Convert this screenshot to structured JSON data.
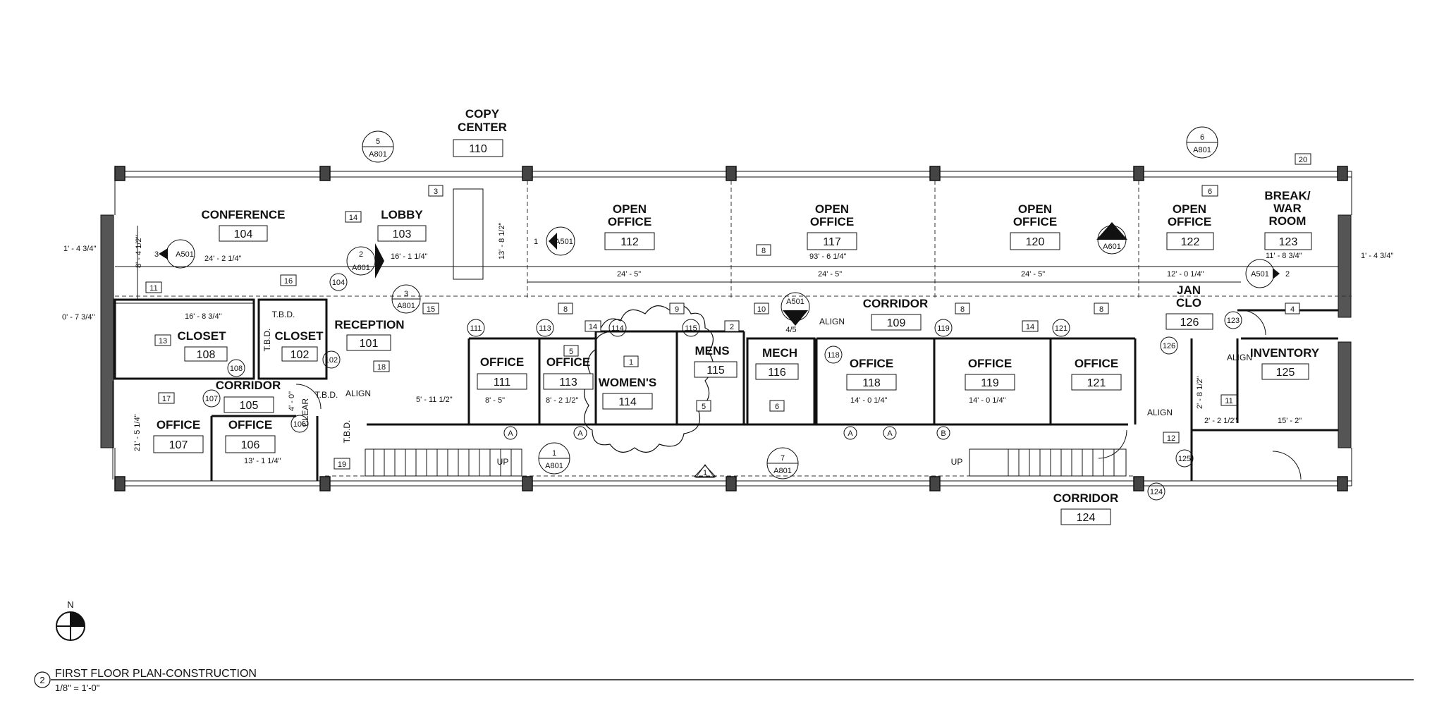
{
  "drawing": {
    "title": "FIRST FLOOR PLAN-CONSTRUCTION",
    "scale": "1/8\" = 1'-0\"",
    "view_number": "2",
    "north_label": "N"
  },
  "rooms": {
    "copy_center": {
      "name_line1": "COPY",
      "name_line2": "CENTER",
      "number": "110"
    },
    "conference": {
      "name": "CONFERENCE",
      "number": "104"
    },
    "lobby": {
      "name": "LOBBY",
      "number": "103"
    },
    "open_office_112": {
      "name_line1": "OPEN",
      "name_line2": "OFFICE",
      "number": "112"
    },
    "open_office_117": {
      "name_line1": "OPEN",
      "name_line2": "OFFICE",
      "number": "117"
    },
    "open_office_120": {
      "name_line1": "OPEN",
      "name_line2": "OFFICE",
      "number": "120"
    },
    "open_office_122": {
      "name_line1": "OPEN",
      "name_line2": "OFFICE",
      "number": "122"
    },
    "break_room": {
      "name_line1": "BREAK/",
      "name_line2": "WAR",
      "name_line3": "ROOM",
      "number": "123"
    },
    "closet_108": {
      "name": "CLOSET",
      "number": "108"
    },
    "closet_102": {
      "name": "CLOSET",
      "number": "102"
    },
    "reception": {
      "name": "RECEPTION",
      "number": "101"
    },
    "corridor_105": {
      "name": "CORRIDOR",
      "number": "105"
    },
    "office_107": {
      "name": "OFFICE",
      "number": "107"
    },
    "office_106": {
      "name": "OFFICE",
      "number": "106"
    },
    "office_111": {
      "name": "OFFICE",
      "number": "111"
    },
    "office_113": {
      "name": "OFFICE",
      "number": "113"
    },
    "womens": {
      "name": "WOMEN'S",
      "number": "114"
    },
    "mens": {
      "name": "MENS",
      "number": "115"
    },
    "mech": {
      "name": "MECH",
      "number": "116"
    },
    "corridor_109": {
      "name": "CORRIDOR",
      "number": "109"
    },
    "office_118": {
      "name": "OFFICE",
      "number": "118"
    },
    "office_119": {
      "name": "OFFICE",
      "number": "119"
    },
    "office_121": {
      "name": "OFFICE",
      "number": "121"
    },
    "jan_clo": {
      "name_line1": "JAN",
      "name_line2": "CLO",
      "number": "126"
    },
    "inventory": {
      "name": "INVENTORY",
      "number": "125"
    },
    "corridor_124": {
      "name": "CORRIDOR",
      "number": "124"
    }
  },
  "dimensions": {
    "d1": "1' - 4 3/4\"",
    "d2": "8' - 4 1/2\"",
    "d3": "24' - 2 1/4\"",
    "d4": "16' - 1 1/4\"",
    "d5": "13' - 8 1/2\"",
    "d6": "93' - 6 1/4\"",
    "d7": "24' - 5\"",
    "d8": "24' - 5\"",
    "d9": "24' - 5\"",
    "d10": "12' - 0 1/4\"",
    "d11": "11' - 8 3/4\"",
    "d12": "1' - 4 3/4\"",
    "d13": "0' - 7 3/4\"",
    "d14": "16' - 8 3/4\"",
    "d15": "21' - 5 1/4\"",
    "d16": "4' - 0\"",
    "d17": "13' - 1 1/4\"",
    "d18": "5' - 11 1/2\"",
    "d19": "8' - 5\"",
    "d20": "8' - 2 1/2\"",
    "d21": "14' - 0 1/4\"",
    "d22": "14' - 0 1/4\"",
    "d23": "2' - 8 1/2\"",
    "d24": "2' - 2 1/2\"",
    "d25": "15' - 2\""
  },
  "notes": {
    "align1": "ALIGN",
    "align2": "ALIGN",
    "align3": "ALIGN",
    "align4": "ALIGN",
    "tbd1": "T.B.D.",
    "tbd2": "T.B.D.",
    "tbd3": "T.B.D.",
    "tbd4": "T.B.D.",
    "clear": "CLEAR",
    "up1": "UP",
    "up2": "UP",
    "grid_a1": "A",
    "grid_a2": "A",
    "grid_a3": "A",
    "grid_a4": "A",
    "grid_b": "B"
  },
  "section_markers": {
    "m1": {
      "num": "5",
      "sheet": "A801"
    },
    "m2": {
      "num": "6",
      "sheet": "A801"
    },
    "m3": {
      "num": "3",
      "sheet": "A501"
    },
    "m4": {
      "num": "2",
      "sheet": "A601"
    },
    "m5": {
      "num": "1",
      "sheet": "A501"
    },
    "m6": {
      "num": "3",
      "sheet": "A601"
    },
    "m7": {
      "num": "2",
      "sheet": "A501"
    },
    "m8": {
      "num": "3",
      "sheet": "A801"
    },
    "m9": {
      "num": "4/5",
      "sheet": "A501"
    },
    "m10": {
      "num": "1",
      "sheet": "A801"
    },
    "m11": {
      "num": "7",
      "sheet": "A801"
    }
  },
  "keynotes": [
    "3",
    "14",
    "16",
    "11",
    "13",
    "17",
    "19",
    "18",
    "15",
    "14",
    "5",
    "9",
    "10",
    "2",
    "1",
    "6",
    "5",
    "8",
    "8",
    "8",
    "8",
    "14",
    "4",
    "11",
    "12",
    "20",
    "6"
  ],
  "door_tags": [
    "104",
    "102",
    "108",
    "107",
    "106",
    "111",
    "113",
    "114",
    "115",
    "118",
    "119",
    "121",
    "123",
    "126",
    "125",
    "124"
  ],
  "revision_tag": "1"
}
